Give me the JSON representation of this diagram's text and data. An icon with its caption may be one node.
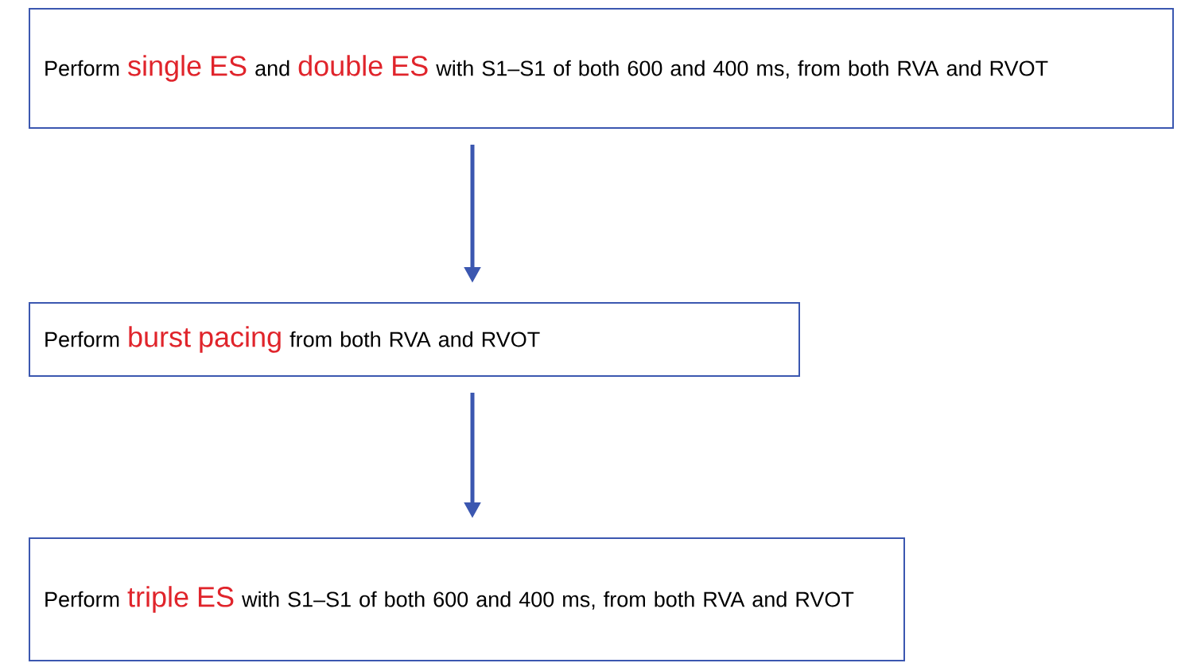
{
  "diagram": {
    "nodes": [
      {
        "text": [
          "Perform **single ES** and **double ES** with S1–S1 of both 600 and 400 ms, from both RVA and RVOT"
        ]
      },
      {
        "text": [
          "Perform **burst pacing** from both RVA and RVOT"
        ]
      },
      {
        "text": [
          "Perform **triple ES** with S1–S1 of both 600 and 400 ms, from both RVA and RVOT"
        ]
      }
    ],
    "edges": [
      {
        "from": 0,
        "to": 1,
        "arrow": "to"
      },
      {
        "from": 1,
        "to": 2,
        "arrow": "to"
      }
    ]
  }
}
